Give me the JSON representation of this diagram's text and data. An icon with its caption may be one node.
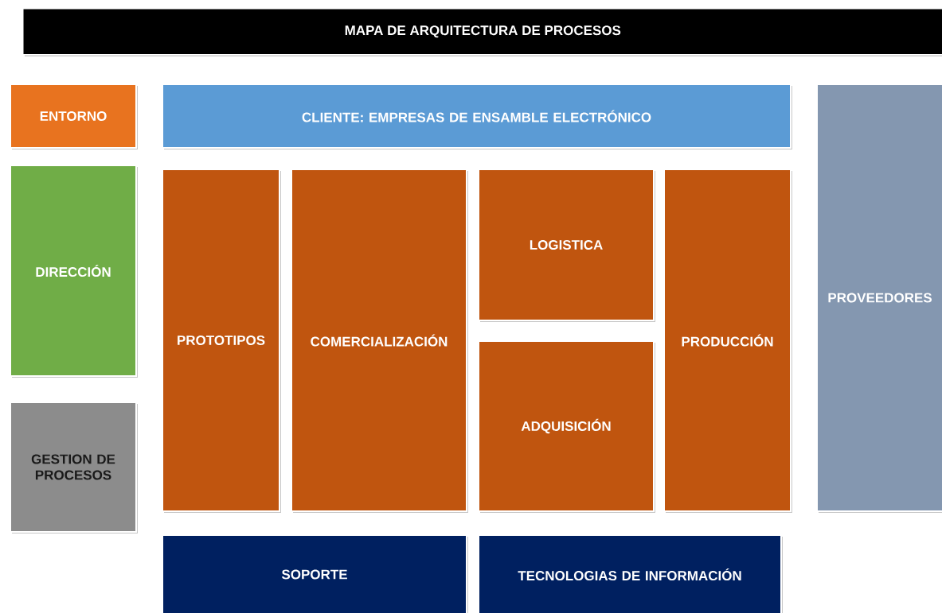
{
  "diagram": {
    "title": "MAPA DE ARQUITECTURA DE PROCESOS",
    "nodes": [
      {
        "text": [
          "ENTORNO"
        ]
      },
      {
        "text": [
          "CLIENTE: EMPRESAS DE ENSAMBLE ELECTRÓNICO"
        ]
      },
      {
        "text": [
          "PROVEEDORES"
        ]
      },
      {
        "text": [
          "DIRECCIÓN"
        ]
      },
      {
        "text": [
          "GESTION DE PROCESOS"
        ]
      },
      {
        "text": [
          "PROTOTIPOS"
        ]
      },
      {
        "text": [
          "COMERCIALIZACIÓN"
        ]
      },
      {
        "text": [
          "LOGISTICA"
        ]
      },
      {
        "text": [
          "ADQUISICIÓN"
        ]
      },
      {
        "text": [
          "PRODUCCIÓN"
        ]
      },
      {
        "text": [
          "SOPORTE"
        ]
      },
      {
        "text": [
          "TECNOLOGIAS DE INFORMACIÓN"
        ]
      }
    ],
    "edges": []
  }
}
